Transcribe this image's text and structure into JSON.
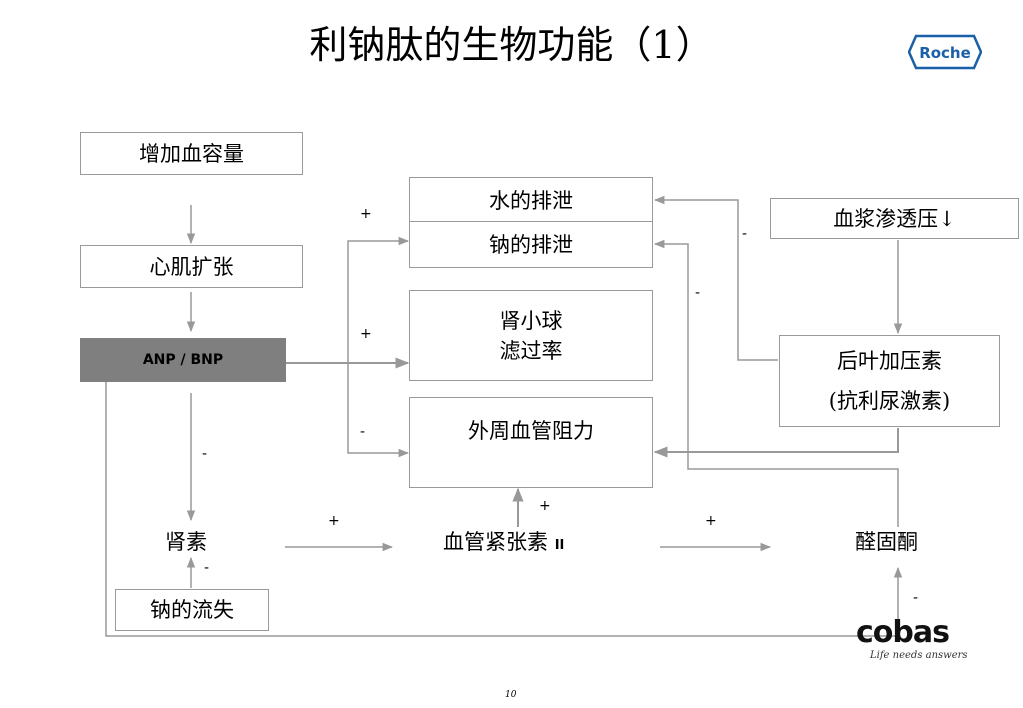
{
  "title": "利钠肽的生物功能（1）",
  "logo_text": "Roche",
  "brand": {
    "word": "cobas",
    "tagline": "Life needs answers"
  },
  "page_number": "10",
  "nodes": {
    "blood_volume": "增加血容量",
    "myocardial_stretch": "心肌扩张",
    "anp_bnp": "ANP / BNP",
    "water_excretion": "水的排泄",
    "sodium_excretion": "钠的排泄",
    "gfr_line1": "肾小球",
    "gfr_line2": "滤过率",
    "peripheral_resistance": "外周血管阻力",
    "plasma_osmolality": "血浆渗透压↓",
    "vasopressin_line1": "后叶加压素",
    "vasopressin_line2": "(抗利尿激素)",
    "renin": "肾素",
    "angiotensin": "血管紧张素",
    "angiotensin_suffix": "II",
    "aldosterone": "醛固酮",
    "sodium_loss": "钠的流失"
  },
  "signs": {
    "anp_to_excretion": "+",
    "anp_to_gfr": "+",
    "anp_to_resistance": "-",
    "vasopressin_to_water": "-",
    "aldosterone_to_sodium": "-",
    "anp_to_renin": "-",
    "sodium_loss_to_renin": "-",
    "renin_to_angiotensin": "+",
    "angiotensin_to_resistance": "+",
    "angiotensin_to_aldosterone": "+",
    "anp_to_aldosterone": "-"
  },
  "colors": {
    "line": "#999999",
    "box_border": "#9a9a9a",
    "anp_fill": "#7f7f7f",
    "logo_blue": "#1a5fa8",
    "cobas_accent": "#2ab3c8"
  }
}
